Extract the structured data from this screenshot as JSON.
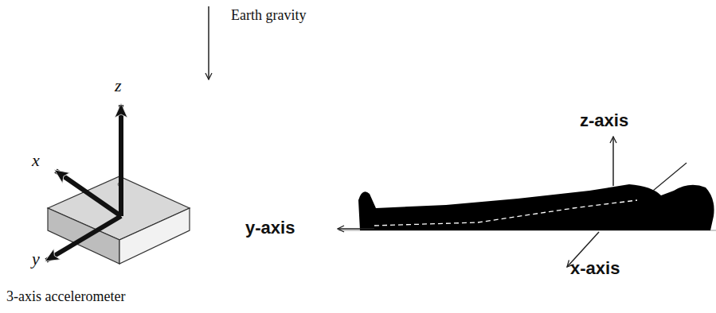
{
  "diagram": {
    "labels": [
      "Earth gravity",
      "z",
      "x",
      "y",
      "3-axis accelerometer",
      "z-axis",
      "y-axis",
      "x-axis"
    ]
  }
}
